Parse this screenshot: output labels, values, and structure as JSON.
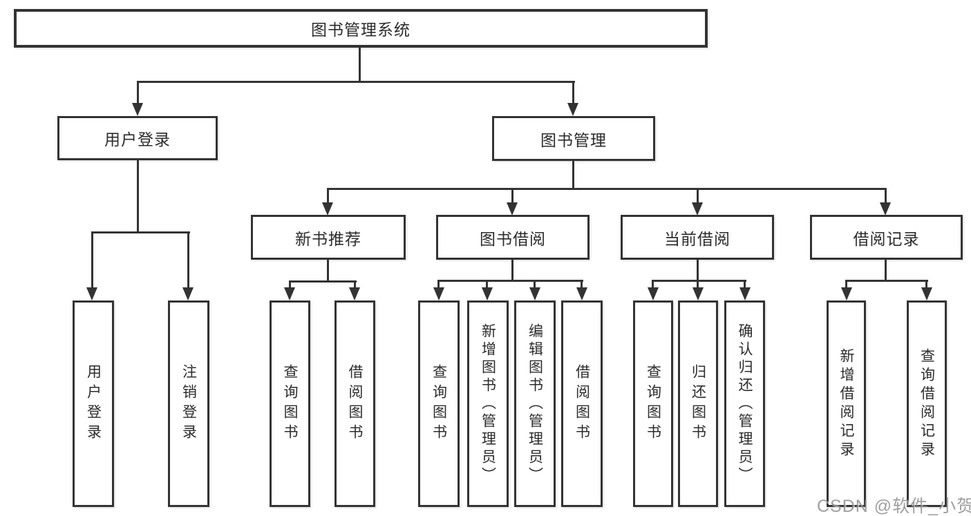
{
  "diagram": {
    "root": "图书管理系统",
    "level2": {
      "user_login": "用户登录",
      "book_mgmt": "图书管理"
    },
    "level3": {
      "new_book": "新书推荐",
      "book_borrow": "图书借阅",
      "current_borrow": "当前借阅",
      "borrow_record": "借阅记录"
    },
    "leaves": {
      "user_login": "用户登录",
      "logout": "注销登录",
      "nb_query": "查询图书",
      "nb_borrow": "借阅图书",
      "bb_query": "查询图书",
      "bb_add": "新增图书（管理员）",
      "bb_edit": "编辑图书（管理员）",
      "bb_borrow": "借阅图书",
      "cb_query": "查询图书",
      "cb_return": "归还图书",
      "cb_confirm": "确认归还（管理员）",
      "br_add": "新增借阅记录",
      "br_query": "查询借阅记录"
    }
  },
  "watermark": {
    "text": "CSDN @软件_小贺同学",
    "color": "#8f8f8f"
  },
  "colors": {
    "line": "#333333",
    "text": "#2b2b2b",
    "box_bg": "#ffffff",
    "page_bg": "#ffffff"
  }
}
